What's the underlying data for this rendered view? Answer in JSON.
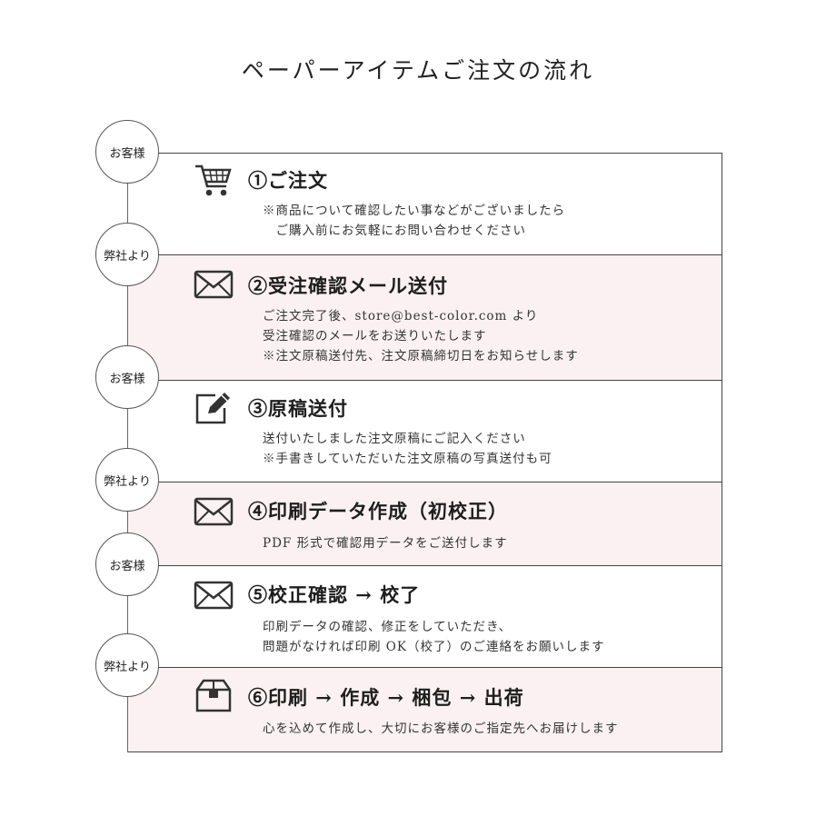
{
  "title": "ペーパーアイテムご注文の流れ",
  "colors": {
    "pink_bg": "#fbf1f3",
    "line": "#444444"
  },
  "actors": {
    "customer": "お客様",
    "company": "弊社より"
  },
  "steps": [
    {
      "heading": "①ご注文",
      "icon": "cart-icon",
      "lines": [
        "※商品について確認したい事などがございましたら",
        "　ご購入前にお気軽にお問い合わせください"
      ]
    },
    {
      "heading": "②受注確認メール送付",
      "icon": "envelope-icon",
      "lines": [
        "ご注文完了後、store@best-color.com より",
        "受注確認のメールをお送りいたします",
        "※注文原稿送付先、注文原稿締切日をお知らせします"
      ]
    },
    {
      "heading": "③原稿送付",
      "icon": "edit-icon",
      "lines": [
        "送付いたしました注文原稿にご記入ください",
        "※手書きしていただいた注文原稿の写真送付も可"
      ]
    },
    {
      "heading": "④印刷データ作成（初校正）",
      "icon": "envelope-icon",
      "lines": [
        "PDF 形式で確認用データをご送付します"
      ]
    },
    {
      "heading": "⑤校正確認 → 校了",
      "icon": "envelope-icon",
      "lines": [
        "印刷データの確認、修正をしていただき、",
        "問題がなければ印刷 OK（校了）のご連絡をお願いします"
      ]
    },
    {
      "heading": "⑥印刷 → 作成 → 梱包 → 出荷",
      "icon": "package-icon",
      "lines": [
        "心を込めて作成し、大切にお客様のご指定先へお届けします"
      ]
    }
  ]
}
